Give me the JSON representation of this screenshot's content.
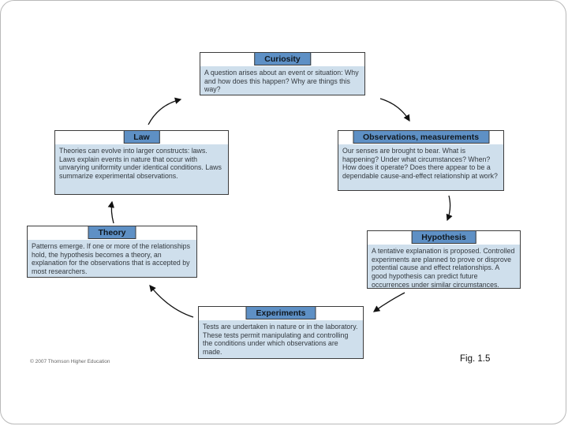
{
  "slide": {
    "figure_label": "Fig. 1.5",
    "copyright": "© 2007 Thomson Higher Education"
  },
  "colors": {
    "tab_fill": "#5e90c5",
    "body_fill": "#cfdfec",
    "border": "#3c3c3c",
    "arrow": "#111111"
  },
  "diagram": {
    "type": "cycle-flowchart",
    "boxes": [
      {
        "key": "curiosity",
        "title": "Curiosity",
        "body": "A question arises about an event or situation: Why and how does this happen? Why are things this way?"
      },
      {
        "key": "observations",
        "title": "Observations, measurements",
        "body": "Our senses are brought to bear. What is happening? Under what circumstances? When? How does it operate? Does there appear to be a dependable cause-and-effect relationship at work?"
      },
      {
        "key": "hypothesis",
        "title": "Hypothesis",
        "body": "A tentative explanation is proposed. Controlled experiments are planned to prove or disprove potential cause and effect relationships. A good hypothesis can predict future occurrences under similar circumstances."
      },
      {
        "key": "experiments",
        "title": "Experiments",
        "body": "Tests are undertaken in nature or in the laboratory. These tests permit manipulating and controlling the conditions under which observations are made."
      },
      {
        "key": "theory",
        "title": "Theory",
        "body": "Patterns emerge. If one or more of the relationships hold, the hypothesis becomes a theory, an explanation for the observations that is accepted by most researchers."
      },
      {
        "key": "law",
        "title": "Law",
        "body": "Theories can evolve into larger constructs: laws. Laws explain events in nature that occur with unvarying uniformity under identical conditions. Laws summarize experimental observations."
      }
    ],
    "arrows": [
      {
        "from": "law",
        "to": "curiosity"
      },
      {
        "from": "curiosity",
        "to": "observations"
      },
      {
        "from": "observations",
        "to": "hypothesis"
      },
      {
        "from": "hypothesis",
        "to": "experiments"
      },
      {
        "from": "experiments",
        "to": "theory"
      },
      {
        "from": "theory",
        "to": "law"
      }
    ]
  }
}
